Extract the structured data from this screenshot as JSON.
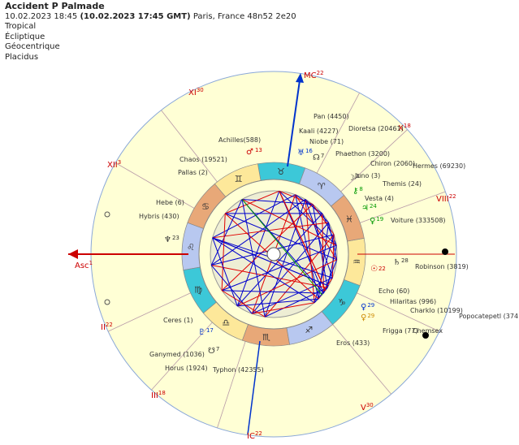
{
  "header": {
    "title": "Accident P Palmade",
    "date_time": "10.02.2023   18:45",
    "gmt": "(10.02.2023  17:45 GMT)",
    "place": "Paris, France 48n52  2e20",
    "zodiac": "Tropical",
    "coordinates": "Écliptique",
    "centre": "Géocentrique",
    "houses": "Placidus"
  },
  "angles": [
    {
      "label": "MC",
      "deg": "22",
      "color": "#cc0000"
    },
    {
      "label": "IC",
      "deg": "22",
      "color": "#cc0000"
    },
    {
      "label": "Asc",
      "deg": "1",
      "color": "#cc0000"
    }
  ],
  "house_labels": [
    {
      "label": "XI",
      "deg": "30"
    },
    {
      "label": "XII",
      "deg": "3"
    },
    {
      "label": "II",
      "deg": "22"
    },
    {
      "label": "III",
      "deg": "18"
    },
    {
      "label": "X",
      "deg": "18"
    },
    {
      "label": "VIII",
      "deg": "22"
    },
    {
      "label": "V",
      "deg": "30"
    }
  ],
  "bodies": [
    {
      "name": "Pan (4450)"
    },
    {
      "name": "Kaali (4227)"
    },
    {
      "name": "Dioretsa (20461)"
    },
    {
      "name": "Niobe (71)"
    },
    {
      "name": "Phaethon (3200)"
    },
    {
      "name": "Achilles(588)"
    },
    {
      "name": "Chaos (19521)"
    },
    {
      "name": "Pallas (2)"
    },
    {
      "name": "Hermes (69230)"
    },
    {
      "name": "Chiron (2060)"
    },
    {
      "name": "Juno (3)"
    },
    {
      "name": "Themis (24)"
    },
    {
      "name": "Vesta (4)"
    },
    {
      "name": "Hebe (6)"
    },
    {
      "name": "Hybris (430)"
    },
    {
      "name": "Voiture (333508)"
    },
    {
      "name": "Robinson (3819)"
    },
    {
      "name": "Echo (60)"
    },
    {
      "name": "Hilaritas (996)"
    },
    {
      "name": "Charklo (10199)"
    },
    {
      "name": "Popocatepetl (374"
    },
    {
      "name": "Frigga (77)"
    },
    {
      "name": "Chemsex"
    },
    {
      "name": "Ceres (1)"
    },
    {
      "name": "Eros (433)"
    },
    {
      "name": "Ganymed (1036)"
    },
    {
      "name": "Horus (1924)"
    },
    {
      "name": "Typhon (42355)"
    }
  ],
  "planet_degrees": [
    {
      "glyph": "♂",
      "deg": "13",
      "color": "#cc0000"
    },
    {
      "glyph": "♅",
      "deg": "16",
      "color": "#0033cc"
    },
    {
      "glyph": "☊",
      "deg": "7",
      "color": "#333333"
    },
    {
      "glyph": "☽",
      "deg": "3",
      "color": "#333333"
    },
    {
      "glyph": "⚷",
      "deg": "8",
      "color": "#009900"
    },
    {
      "glyph": "♃",
      "deg": "24",
      "color": "#009900"
    },
    {
      "glyph": "♀",
      "deg": "19",
      "color": "#009900"
    },
    {
      "glyph": "♄",
      "deg": "28",
      "color": "#333333"
    },
    {
      "glyph": "☉",
      "deg": "22",
      "color": "#cc0000"
    },
    {
      "glyph": "♀",
      "deg": "29",
      "color": "#0033cc"
    },
    {
      "glyph": "♀",
      "deg": "29",
      "color": "#cc8800"
    },
    {
      "glyph": "♆",
      "deg": "23",
      "color": "#333333"
    },
    {
      "glyph": "♇",
      "deg": "17",
      "color": "#0033cc"
    },
    {
      "glyph": "☋",
      "deg": "7",
      "color": "#333333"
    }
  ],
  "signs": [
    "♈",
    "♉",
    "♊",
    "♋",
    "♌",
    "♍",
    "♎",
    "♏",
    "♐",
    "♑",
    "♒",
    "♓"
  ],
  "colors": {
    "outer_ring": "#ffffd5",
    "fire": "#fde89a",
    "earth": "#e8a878",
    "air": "#b8c8f0",
    "water": "#3cc8d8",
    "inner": "#eeeed4",
    "aspect_red": "#e00000",
    "aspect_blue": "#0000cc",
    "aspect_green": "#009900"
  }
}
